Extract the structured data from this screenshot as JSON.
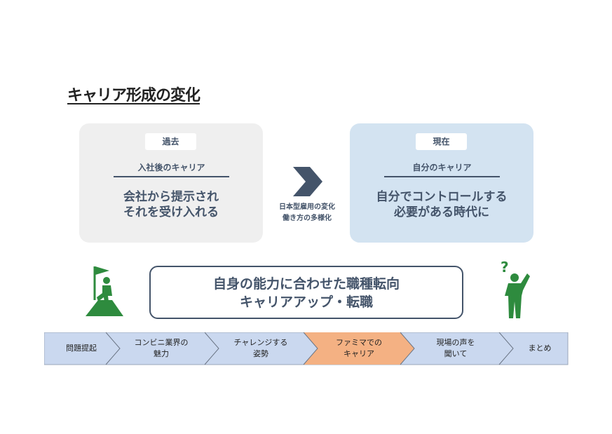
{
  "title": "キャリア形成の変化",
  "past": {
    "badge": "過去",
    "label": "入社後のキャリア",
    "line1": "会社から提示され",
    "line2": "それを受け入れる"
  },
  "present": {
    "badge": "現在",
    "label": "自分のキャリア",
    "line1": "自分でコントロールする",
    "line2": "必要がある時代に"
  },
  "transition": {
    "line1": "日本型雇用の変化",
    "line2": "働き方の多様化"
  },
  "center": {
    "line1": "自身の能力に合わせた職種転向",
    "line2": "キャリアアップ・転職"
  },
  "steps": [
    {
      "line1": "問題提起",
      "line2": ""
    },
    {
      "line1": "コンビニ業界の",
      "line2": "魅力"
    },
    {
      "line1": "チャレンジする",
      "line2": "姿勢"
    },
    {
      "line1": "ファミマでの",
      "line2": "キャリア"
    },
    {
      "line1": "現場の声を",
      "line2": "聞いて"
    },
    {
      "line1": "まとめ",
      "line2": ""
    }
  ],
  "active_step": 3,
  "colors": {
    "text": "#44546a",
    "past_bg": "#efefef",
    "present_bg": "#d3e3f1",
    "nav_bg": "#cad8ef",
    "active": "#f4b183",
    "figure": "#2e8b3e"
  }
}
